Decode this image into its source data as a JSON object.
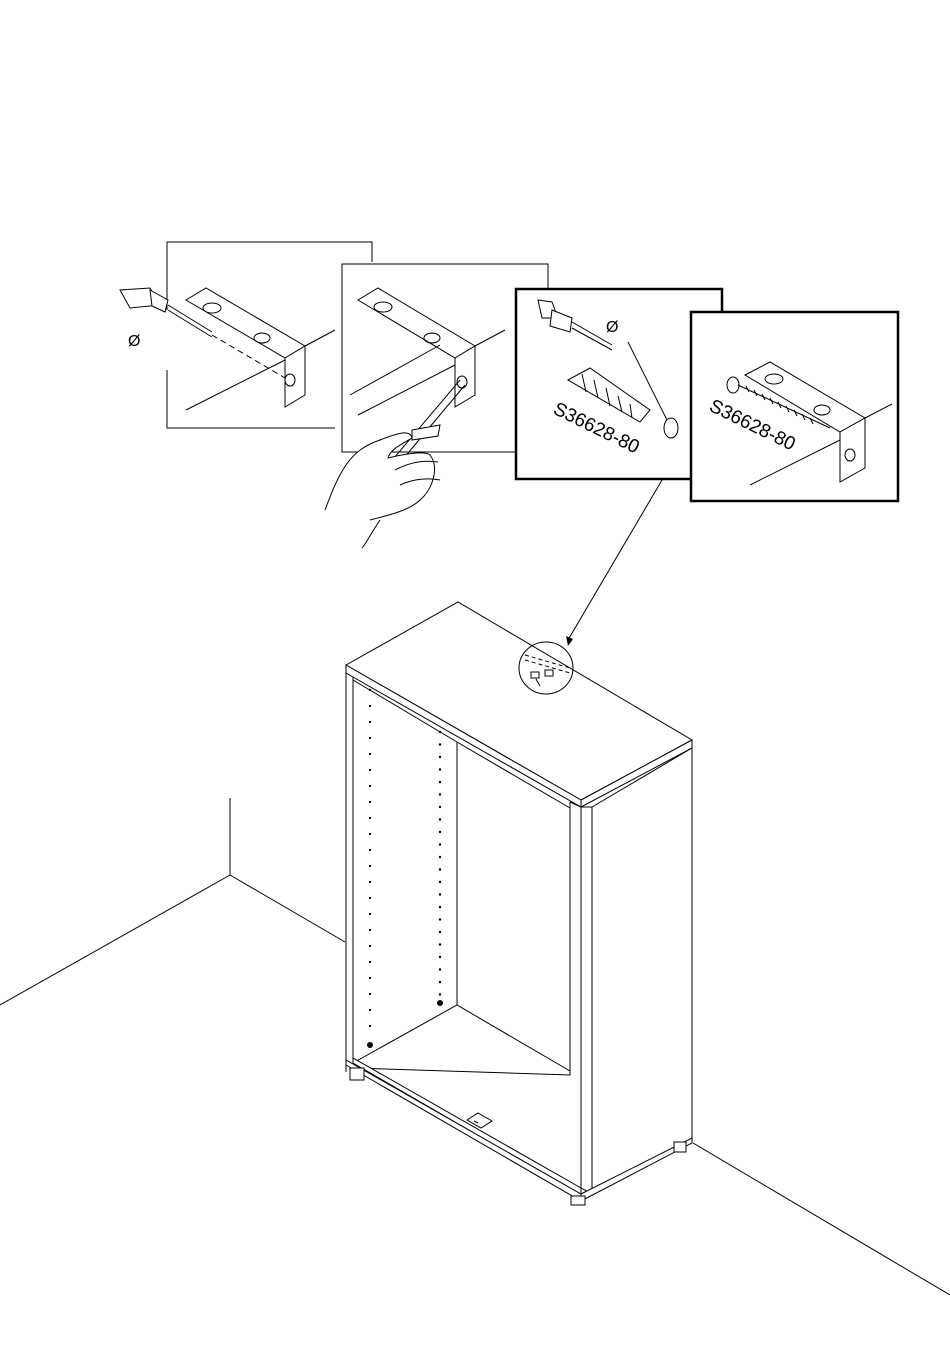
{
  "panels": {
    "drill_symbol": "Ø",
    "dowel_part_code": "S36628-80",
    "screw_part_code": "S36628-80"
  },
  "colors": {
    "line": "#000000",
    "background": "#ffffff"
  }
}
